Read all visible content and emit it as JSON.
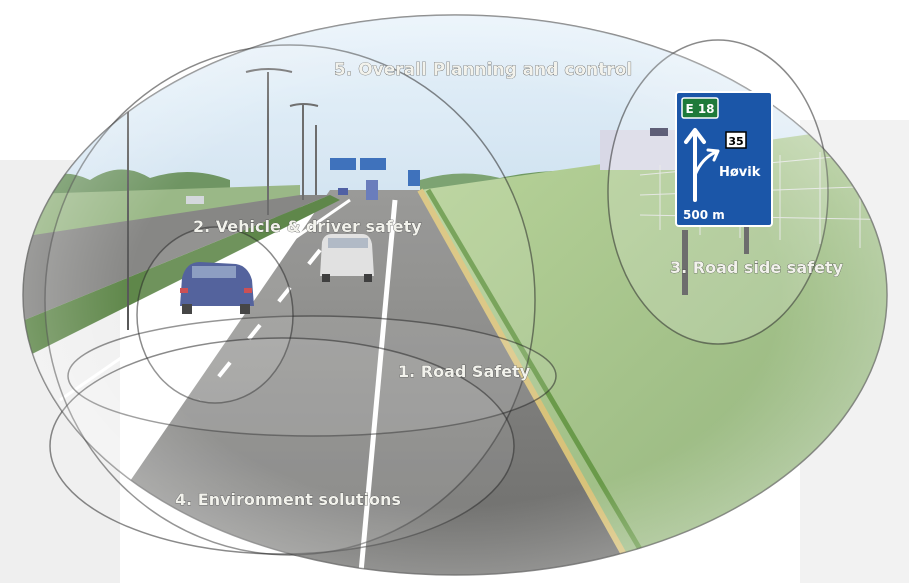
{
  "labels": {
    "overall_planning": "5. Overall Planning and control",
    "vehicle_driver": "2. Vehicle & driver safety",
    "road_side": "3. Road side safety",
    "road_safety": "1. Road Safety",
    "environment": "4. Environment solutions"
  },
  "sign": {
    "route": "E 18",
    "exit_number": "35",
    "destination": "Høvik",
    "distance": "500 m"
  },
  "colors": {
    "sign_blue": "#1b56a8",
    "route_green": "#1e7a3a",
    "sky": "#cfe3f2",
    "grass": "#9fbf7a",
    "asphalt": "#8a8a88"
  }
}
